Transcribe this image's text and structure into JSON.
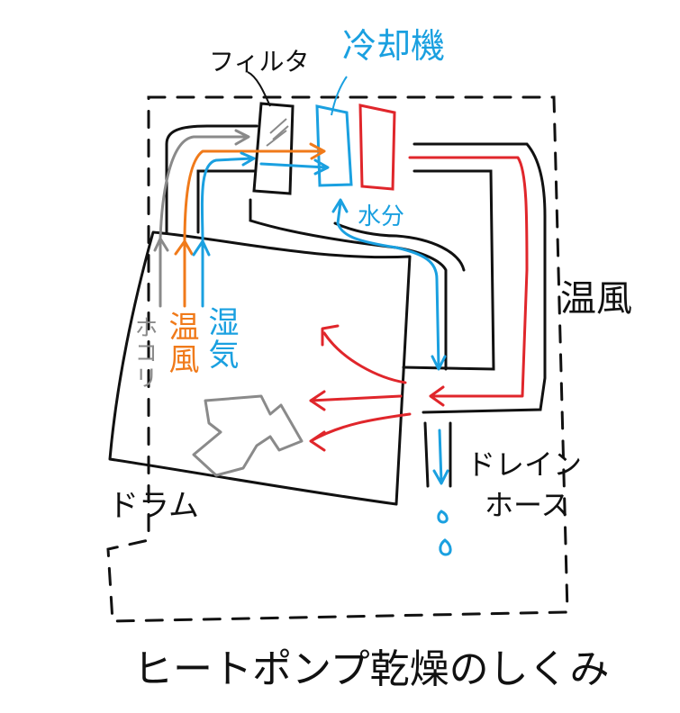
{
  "title": "ヒートポンプ乾燥のしくみ",
  "labels": {
    "filter": "フィルタ",
    "cooler": "冷却機",
    "moisture": "水分",
    "warm_air": "温風",
    "drain_line1": "ドレイン",
    "drain_line2": "ホース",
    "drum": "ドラム",
    "lint": "ホコリ",
    "warm_air_orange": "温風",
    "humid_air": "湿気"
  },
  "colors": {
    "black": "#111111",
    "blue": "#1aa0e0",
    "red": "#e0262b",
    "orange": "#f07a1a",
    "gray": "#8a8a8a"
  }
}
